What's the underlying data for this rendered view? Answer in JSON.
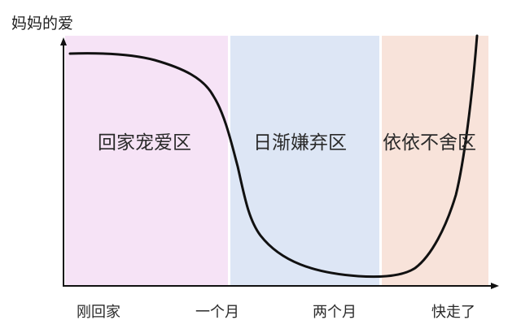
{
  "chart_data": {
    "type": "line",
    "title": "妈妈的爱",
    "ylabel": "妈妈的爱",
    "xlabel": "",
    "categories": [
      "刚回家",
      "一个月",
      "两个月",
      "快走了"
    ],
    "zones": [
      {
        "label": "回家宠爱区",
        "color": "#f6e3f6",
        "x_start": "刚回家",
        "x_end": "一个月"
      },
      {
        "label": "日渐嫌弃区",
        "color": "#dde6f5",
        "x_start": "一个月",
        "x_end": "两个月"
      },
      {
        "label": "依依不舍区",
        "color": "#f8e3da",
        "x_start": "两个月",
        "x_end": "快走了"
      }
    ],
    "series": [
      {
        "name": "妈妈的爱",
        "x": [
          0,
          0.25,
          0.5,
          0.75,
          0.9,
          1.0,
          1.2,
          1.5,
          1.8,
          2.0,
          2.2,
          2.5,
          2.7,
          2.85
        ],
        "values": [
          95,
          94,
          88,
          78,
          55,
          35,
          18,
          8,
          4,
          3,
          3,
          10,
          35,
          100
        ]
      }
    ],
    "ylim": [
      0,
      100
    ],
    "grid": false,
    "legend": "none"
  },
  "title": "妈妈的爱",
  "zones": {
    "pink": "回家宠爱区",
    "blue": "日渐嫌弃区",
    "peach": "依依不舍区"
  },
  "xticks": {
    "t0": "刚回家",
    "t1": "一个月",
    "t2": "两个月",
    "t3": "快走了"
  },
  "colors": {
    "pink": "#f6e3f6",
    "blue": "#dde6f5",
    "peach": "#f8e3da",
    "curve": "#111111",
    "axis": "#111111"
  }
}
